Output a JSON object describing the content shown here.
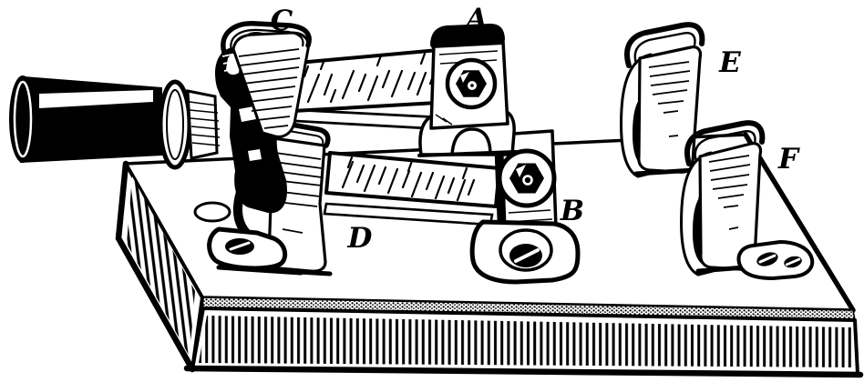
{
  "illustration": {
    "ink": "#000000",
    "paper": "#ffffff",
    "part_labels": {
      "a": "A",
      "b": "B",
      "c": "C",
      "d": "D",
      "e": "E",
      "f": "F"
    },
    "parts": {
      "base": "wooden-base",
      "handle": "ebonite-handle",
      "clip_c": "spring-clip-c",
      "tube_upper": "glass-tube-upper",
      "post_a": "binding-post-a",
      "clip_d": "spring-clip-d",
      "tube_lower": "glass-tube-lower",
      "post_b": "terminal-post-b",
      "clip_e": "spare-clip-e",
      "clip_f": "spare-clip-f"
    }
  }
}
